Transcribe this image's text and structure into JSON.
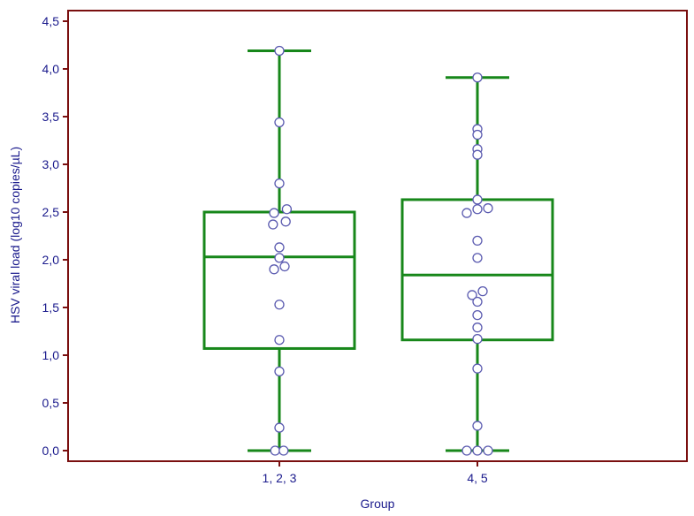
{
  "chart_data": {
    "type": "box",
    "title": "",
    "xlabel": "Group",
    "ylabel": "HSV viral load (log10 copies/µL)",
    "ylim": [
      0,
      4.5
    ],
    "y_ticks": [
      "0,0",
      "0,5",
      "1,0",
      "1,5",
      "2,0",
      "2,5",
      "3,0",
      "3,5",
      "4,0",
      "4,5"
    ],
    "y_tick_values": [
      0,
      0.5,
      1.0,
      1.5,
      2.0,
      2.5,
      3.0,
      3.5,
      4.0,
      4.5
    ],
    "categories": [
      "1, 2, 3",
      "4, 5"
    ],
    "grid": false,
    "colors": {
      "frame": "#7a0f0f",
      "box": "#17871a",
      "point_stroke": "#5b5bb0",
      "point_fill": "#ffffff",
      "text": "#1a1a8c"
    },
    "boxes": [
      {
        "category": "1, 2, 3",
        "whisker_low": 0.0,
        "q1": 1.07,
        "median": 2.03,
        "q3": 2.5,
        "whisker_high": 4.19,
        "points": [
          {
            "y": 4.19,
            "dx": 0
          },
          {
            "y": 3.44,
            "dx": 0
          },
          {
            "y": 2.8,
            "dx": 0
          },
          {
            "y": 2.53,
            "dx": 0.7
          },
          {
            "y": 2.49,
            "dx": -0.5
          },
          {
            "y": 2.4,
            "dx": 0.6
          },
          {
            "y": 2.37,
            "dx": -0.6
          },
          {
            "y": 2.13,
            "dx": 0
          },
          {
            "y": 2.02,
            "dx": 0
          },
          {
            "y": 1.93,
            "dx": 0.5
          },
          {
            "y": 1.9,
            "dx": -0.5
          },
          {
            "y": 1.53,
            "dx": 0
          },
          {
            "y": 1.16,
            "dx": 0
          },
          {
            "y": 0.83,
            "dx": 0
          },
          {
            "y": 0.24,
            "dx": 0
          },
          {
            "y": 0.0,
            "dx": -0.4
          },
          {
            "y": 0.0,
            "dx": 0.4
          }
        ]
      },
      {
        "category": "4, 5",
        "whisker_low": 0.0,
        "q1": 1.16,
        "median": 1.84,
        "q3": 2.63,
        "whisker_high": 3.91,
        "points": [
          {
            "y": 3.91,
            "dx": 0
          },
          {
            "y": 3.37,
            "dx": 0
          },
          {
            "y": 3.31,
            "dx": 0
          },
          {
            "y": 3.16,
            "dx": 0
          },
          {
            "y": 3.1,
            "dx": 0
          },
          {
            "y": 2.63,
            "dx": 0
          },
          {
            "y": 2.54,
            "dx": 1.0
          },
          {
            "y": 2.53,
            "dx": 0
          },
          {
            "y": 2.49,
            "dx": -1.0
          },
          {
            "y": 2.2,
            "dx": 0
          },
          {
            "y": 2.02,
            "dx": 0
          },
          {
            "y": 1.67,
            "dx": 0.5
          },
          {
            "y": 1.63,
            "dx": -0.5
          },
          {
            "y": 1.56,
            "dx": 0
          },
          {
            "y": 1.42,
            "dx": 0
          },
          {
            "y": 1.29,
            "dx": 0
          },
          {
            "y": 1.17,
            "dx": 0
          },
          {
            "y": 0.86,
            "dx": 0
          },
          {
            "y": 0.26,
            "dx": 0
          },
          {
            "y": 0.0,
            "dx": -1.0
          },
          {
            "y": 0.0,
            "dx": 0
          },
          {
            "y": 0.0,
            "dx": 1.0
          }
        ]
      }
    ]
  }
}
